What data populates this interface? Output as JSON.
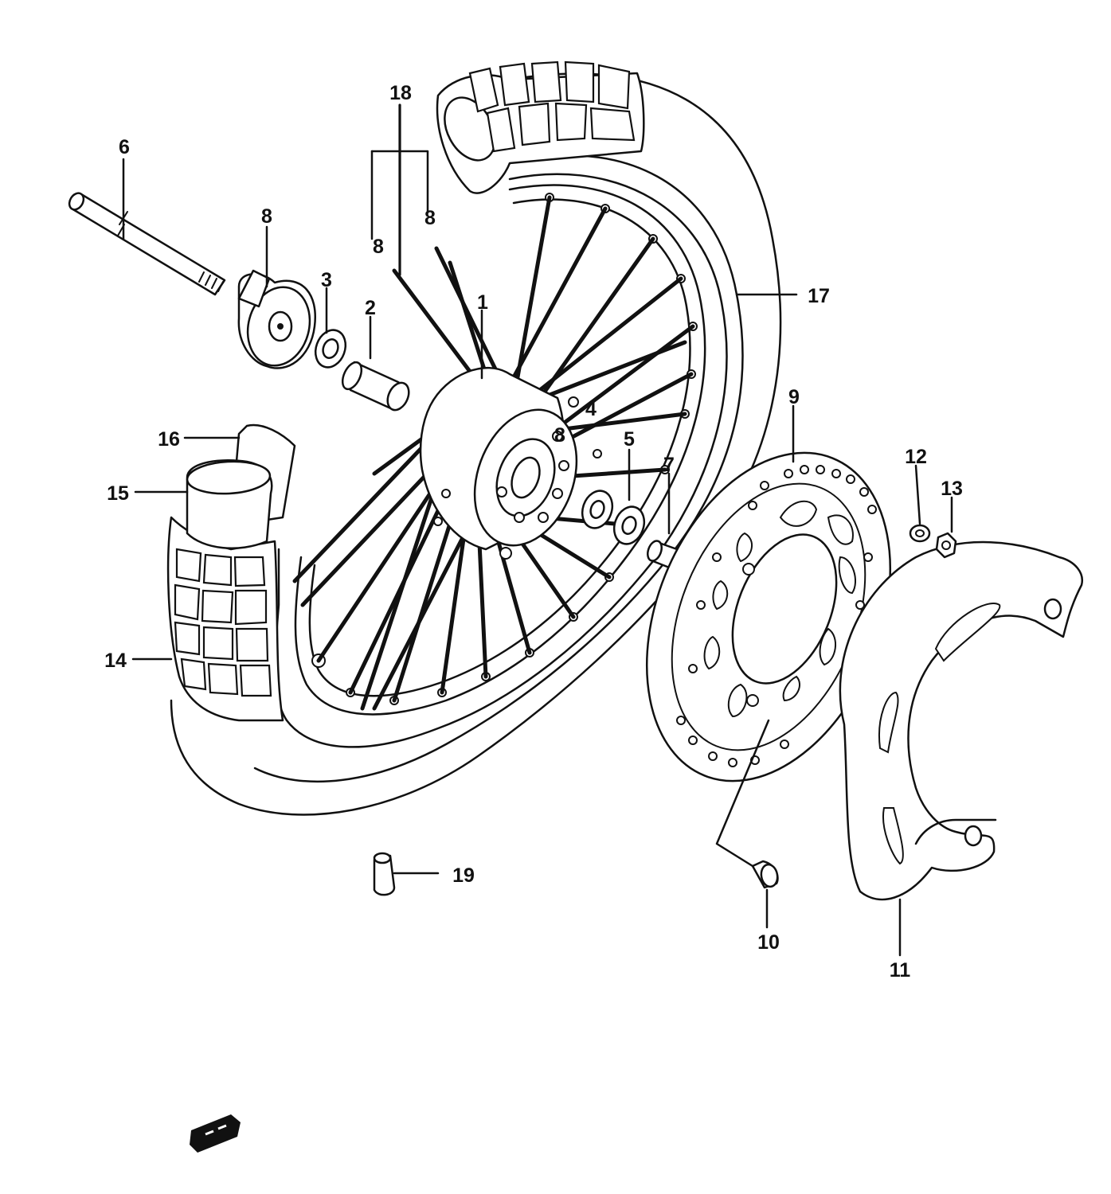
{
  "diagram": {
    "callouts": [
      {
        "id": "1",
        "text": "1"
      },
      {
        "id": "2",
        "text": "2"
      },
      {
        "id": "3",
        "text": "3"
      },
      {
        "id": "4",
        "text": "4"
      },
      {
        "id": "5",
        "text": "5"
      },
      {
        "id": "6",
        "text": "6"
      },
      {
        "id": "7",
        "text": "7"
      },
      {
        "id": "8",
        "text": "8"
      },
      {
        "id": "9",
        "text": "9"
      },
      {
        "id": "10",
        "text": "10"
      },
      {
        "id": "11",
        "text": "11"
      },
      {
        "id": "12",
        "text": "12"
      },
      {
        "id": "13",
        "text": "13"
      },
      {
        "id": "14",
        "text": "14"
      },
      {
        "id": "15",
        "text": "15"
      },
      {
        "id": "16",
        "text": "16"
      },
      {
        "id": "17",
        "text": "17"
      },
      {
        "id": "18",
        "text": "18"
      },
      {
        "id": "19",
        "text": "19"
      }
    ],
    "inline_marks": [
      "8",
      "8",
      "8"
    ],
    "parts": [
      "axle",
      "speedometer-gearbox",
      "bearing",
      "spacer",
      "hub",
      "spoke-set",
      "rim",
      "tire",
      "tube",
      "rim-band",
      "brake-disc",
      "disc-bolt",
      "disc-cover",
      "washer",
      "nut",
      "valve-cap",
      "wheel-set"
    ]
  }
}
